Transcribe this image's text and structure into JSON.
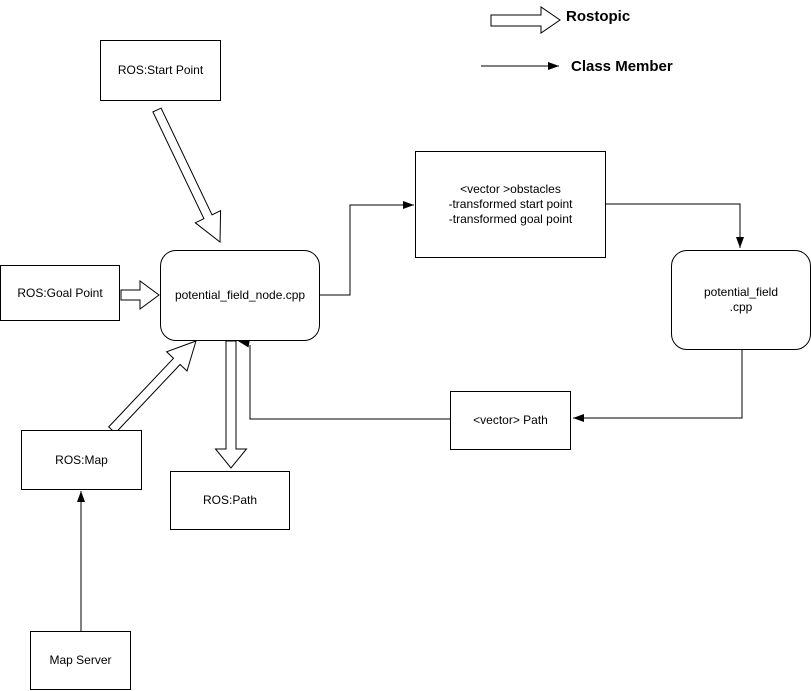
{
  "legend": {
    "rostopic": "Rostopic",
    "class_member": "Class Member"
  },
  "nodes": {
    "ros_start_point": {
      "label": "ROS:Start Point"
    },
    "ros_goal_point": {
      "label": "ROS:Goal Point"
    },
    "potential_field_node": {
      "label": "potential_field_node.cpp"
    },
    "obstacles": {
      "lines": [
        "<vector >obstacles",
        "-transformed start point",
        "-transformed goal point"
      ]
    },
    "potential_field_cpp": {
      "lines": [
        "potential_field",
        ".cpp"
      ]
    },
    "vector_path": {
      "label": "<vector> Path"
    },
    "ros_map": {
      "label": "ROS:Map"
    },
    "ros_path": {
      "label": "ROS:Path"
    },
    "map_server": {
      "label": "Map Server"
    }
  },
  "colors": {
    "stroke": "#000000",
    "shape_fill": "#ffffff",
    "canvas": "#ffffff"
  }
}
